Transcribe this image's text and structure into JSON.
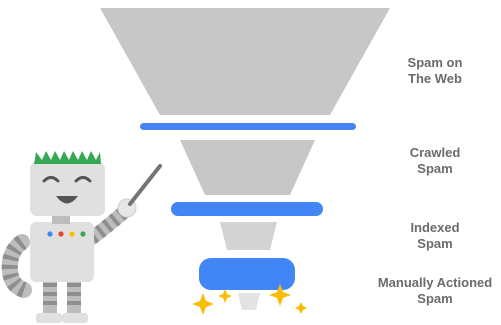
{
  "stages": [
    {
      "line1": "Spam on",
      "line2": "The Web"
    },
    {
      "line1": "Crawled",
      "line2": "Spam"
    },
    {
      "line1": "Indexed",
      "line2": "Spam"
    },
    {
      "line1": "Manually Actioned",
      "line2": "Spam"
    }
  ],
  "colors": {
    "funnel_gray": "#c7c7c7",
    "filter_blue": "#4285f4",
    "label_gray": "#6b6b6b",
    "sparkle_yellow": "#fbbc04",
    "robot_body": "#e0e0e0",
    "robot_hair": "#34a853"
  },
  "icons": {
    "mascot": "robot-mascot-icon",
    "pointer": "pointer-stick-icon",
    "sparkle": "sparkle-icon"
  }
}
